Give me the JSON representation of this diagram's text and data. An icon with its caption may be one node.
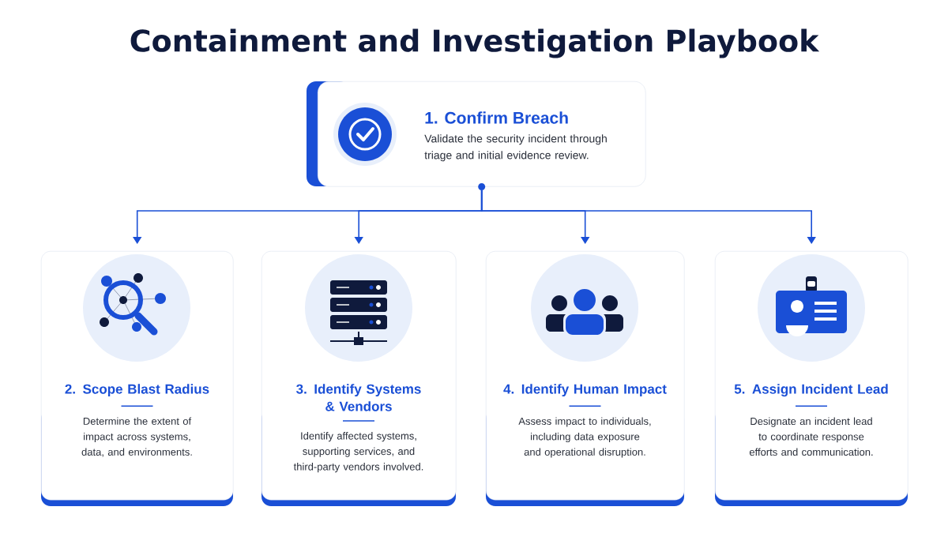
{
  "diagram": {
    "title": "Containment and Investigation Playbook",
    "nodes": [
      {
        "text": [
          "1. Confirm Breach",
          "Validate the security incident through triage and initial evidence review."
        ]
      },
      {
        "text": [
          "2. Scope Blast Radius",
          "Determine the extent of impact across systems, data, and environments."
        ]
      },
      {
        "text": [
          "3. Identify Systems & Vendors",
          "Identify affected systems, supporting services, and third-party vendors involved."
        ]
      },
      {
        "text": [
          "4. Identify Human Impact",
          "Assess impact to individuals, including data exposure and operational disruption."
        ]
      },
      {
        "text": [
          "5. Assign Incident Lead",
          "Designate an incident lead to coordinate response efforts and communication."
        ]
      }
    ],
    "edges": [
      {
        "from": 0,
        "to": 1,
        "arrow": "to"
      },
      {
        "from": 0,
        "to": 2,
        "arrow": "to"
      },
      {
        "from": 0,
        "to": 3,
        "arrow": "to"
      },
      {
        "from": 0,
        "to": 4,
        "arrow": "to"
      }
    ]
  }
}
